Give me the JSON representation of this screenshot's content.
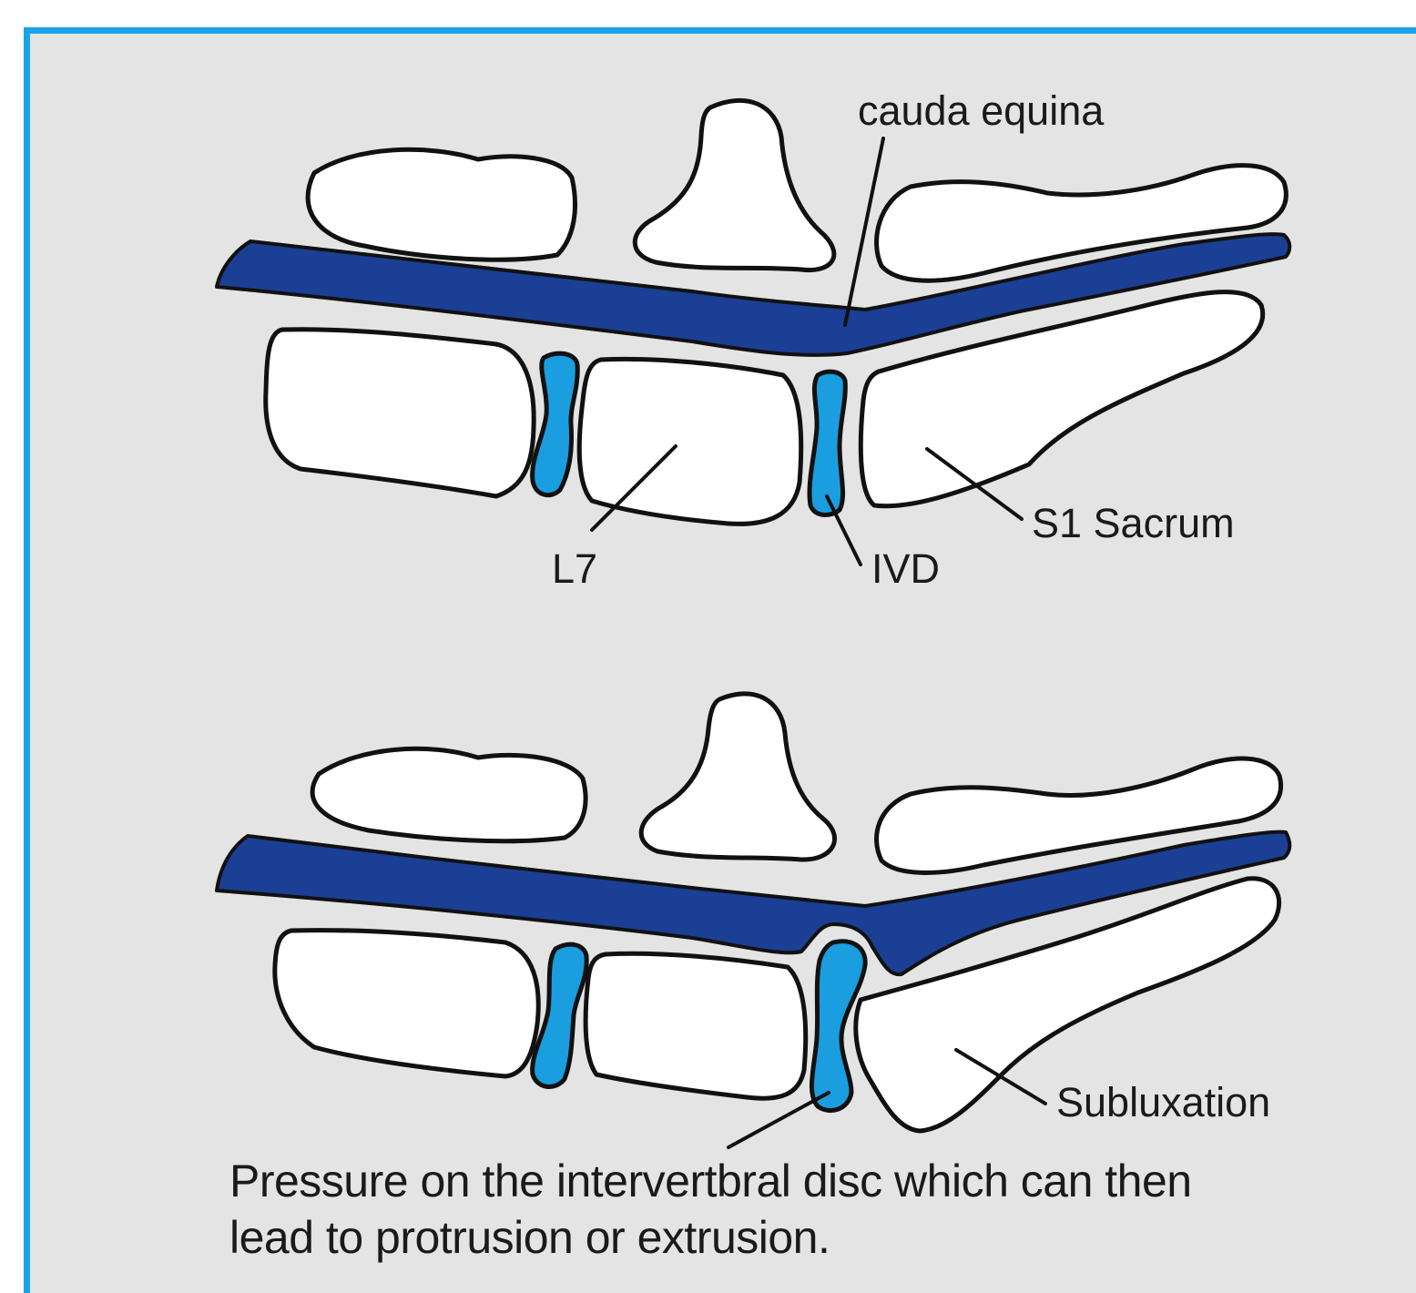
{
  "colors": {
    "frame_border": "#1aa3e8",
    "background": "#e4e4e4",
    "bone": "#ffffff",
    "cauda_equina": "#1b3f94",
    "intervertebral_disc": "#1a9ee0",
    "outline": "#111111"
  },
  "labels": {
    "cauda_equina": "cauda equina",
    "l7": "L7",
    "ivd": "IVD",
    "s1_sacrum": "S1 Sacrum",
    "subluxation": "Subluxation"
  },
  "caption": {
    "line1": "Pressure on the intervertbral disc which can then",
    "line2": "lead to protrusion or extrusion."
  }
}
